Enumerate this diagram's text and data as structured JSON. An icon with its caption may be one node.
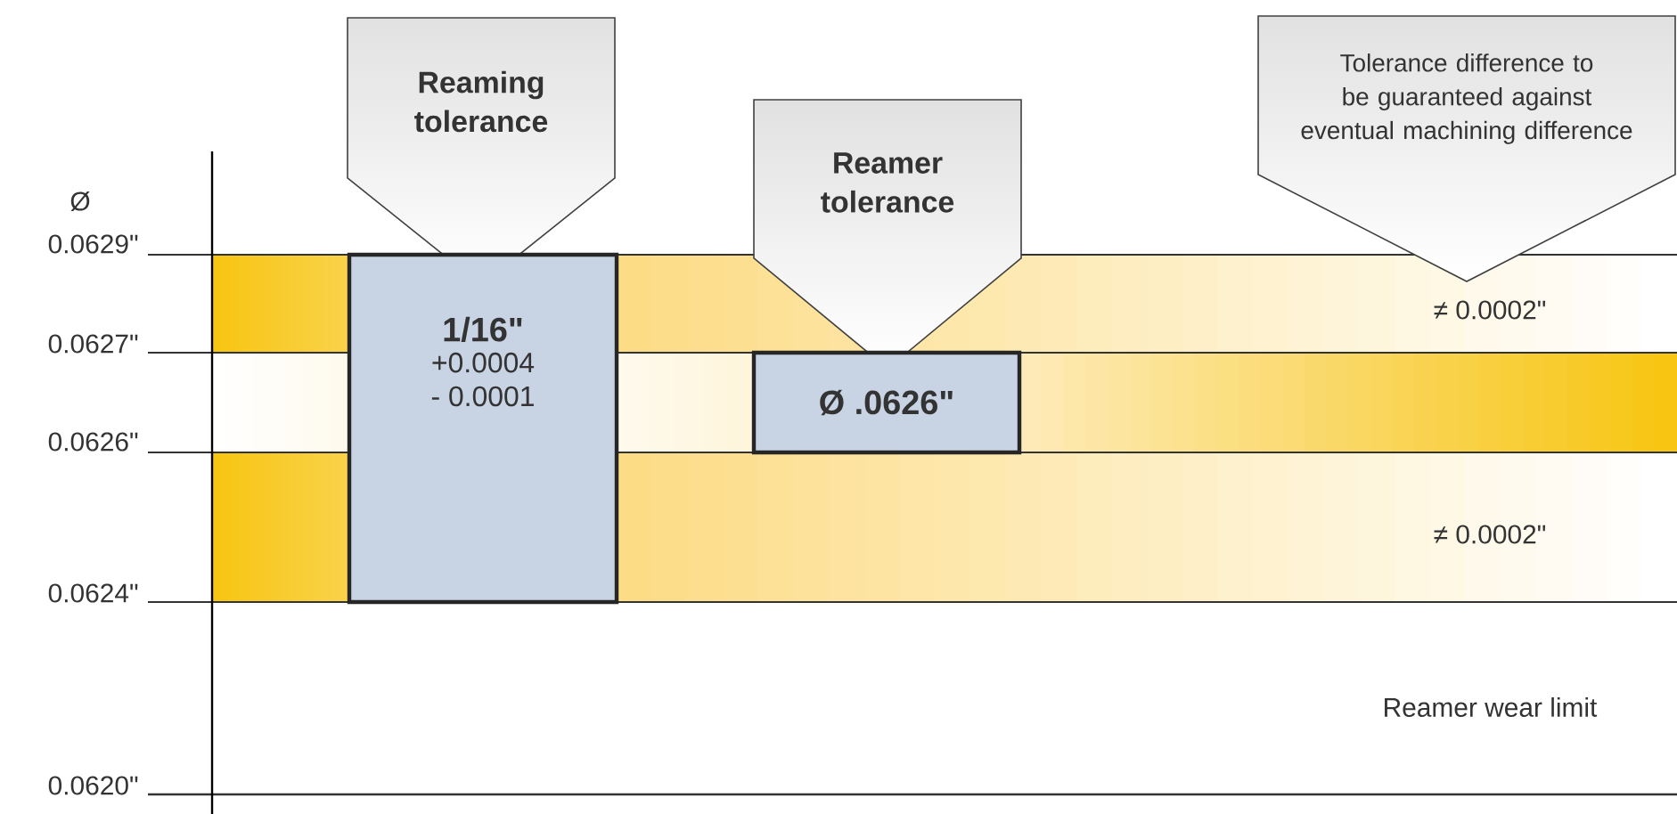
{
  "diagram": {
    "nodes": [
      {
        "text": [
          "Reaming tolerance"
        ]
      },
      {
        "text": [
          "1/16\"",
          "+0.0004 - 0.0001"
        ]
      },
      {
        "text": [
          "Reamer tolerance"
        ]
      },
      {
        "text": [
          "Ø .0626\""
        ]
      },
      {
        "text": [
          "Tolerance difference to be guaranteed against eventual machining difference"
        ]
      }
    ],
    "labels": [
      "Ø",
      "0.0629\"",
      "0.0627\"",
      "0.0626\"",
      "0.0624\"",
      "0.0620\"",
      "≠ 0.0002\"",
      "≠ 0.0002\"",
      "Reamer wear limit"
    ]
  }
}
